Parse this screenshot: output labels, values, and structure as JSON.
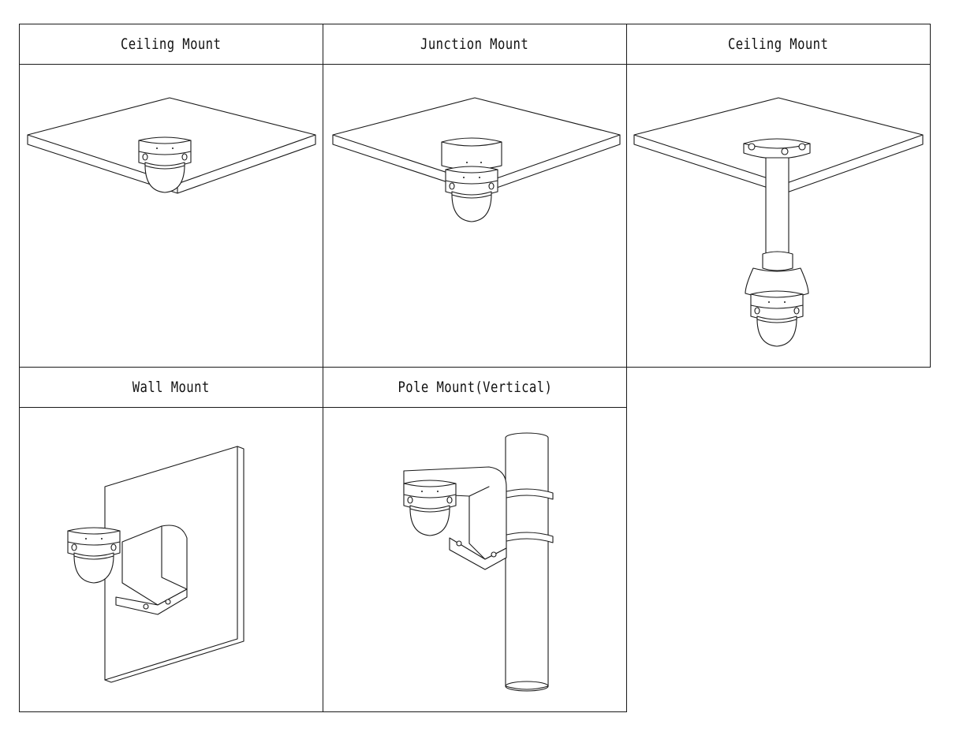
{
  "panels": [
    {
      "title": "Ceiling Mount"
    },
    {
      "title": "Junction Mount"
    },
    {
      "title": "Ceiling Mount"
    },
    {
      "title": "Wall Mount"
    },
    {
      "title": "Pole Mount(Vertical)"
    }
  ]
}
